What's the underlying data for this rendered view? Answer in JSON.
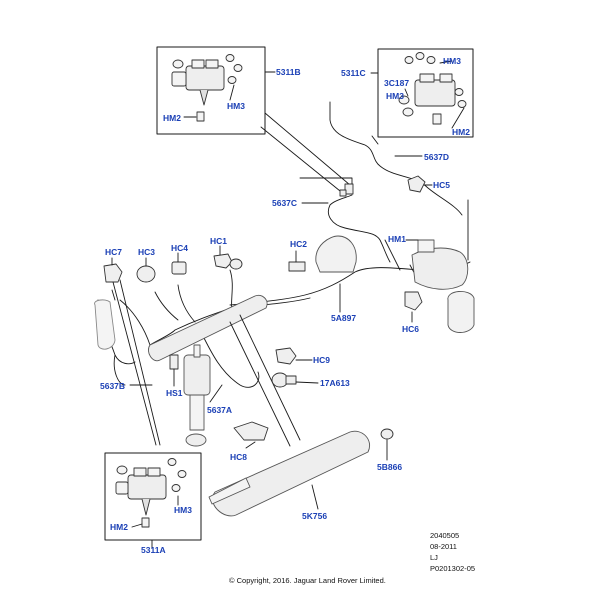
{
  "colors": {
    "callout": "#1a3fb5",
    "line": "#1a1a1a",
    "part": "#555555",
    "part_fill": "#e8e8e8"
  },
  "labels": {
    "l5311B": "5311B",
    "l5311C": "5311C",
    "lHM3_top": "HM3",
    "lHM2_top": "HM2",
    "lHM3_r": "HM3",
    "l3C187": "3C187",
    "lHM3_r2": "HM3",
    "lHM2_r": "HM2",
    "l5637D": "5637D",
    "lHC5": "HC5",
    "l5637C": "5637C",
    "lHC7": "HC7",
    "lHC3": "HC3",
    "lHC4": "HC4",
    "lHC1": "HC1",
    "lHC2": "HC2",
    "lHM1": "HM1",
    "lHC6": "HC6",
    "l5A897": "5A897",
    "lHC9": "HC9",
    "l17A613": "17A613",
    "l5637B": "5637B",
    "lHS1": "HS1",
    "l5637A": "5637A",
    "lHC8": "HC8",
    "l5B866": "5B866",
    "l5K756": "5K756",
    "lHM3_b": "HM3",
    "lHM2_b": "HM2",
    "l5311A": "5311A"
  },
  "info": {
    "code": "2040505",
    "date": "08-2011",
    "initials": "LJ",
    "ref": "P0201302-05"
  },
  "copyright": "© Copyright, 2016. Jaguar Land Rover Limited."
}
